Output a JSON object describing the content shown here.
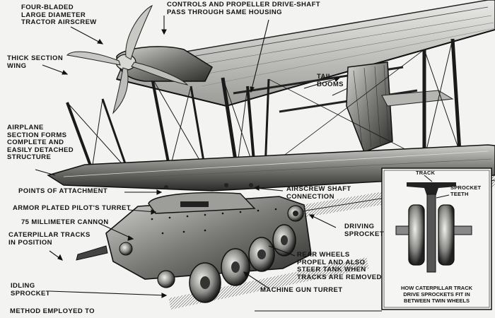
{
  "labels": {
    "airscrew": "FOUR-BLADED\nLARGE DIAMETER\nTRACTOR AIRSCREW",
    "controls": "CONTROLS AND PROPELLER DRIVE-SHAFT\nPASS THROUGH SAME HOUSING",
    "wing": "THICK SECTION\nWING",
    "tail_booms": "TAIL\nBOOMS",
    "airplane_section": "AIRPLANE\nSECTION FORMS\nCOMPLETE AND\nEASILY DETACHED\nSTRUCTURE",
    "points_of_attachment": "POINTS OF ATTACHMENT",
    "airscrew_shaft": "AIRSCREW SHAFT\nCONNECTION",
    "pilot_turret": "ARMOR PLATED PILOT'S TURRET",
    "cannon": "75 MILLIMETER CANNON",
    "caterpillar_tracks": "CATERPILLAR TRACKS\nIN POSITION",
    "driving_sprocket": "DRIVING\nSPROCKET",
    "rear_wheels": "REAR WHEELS\nPROPEL AND ALSO\nSTEER TANK WHEN\nTRACKS ARE REMOVED",
    "idling_sprocket": "IDLING\nSPROCKET",
    "machine_gun": "MACHINE GUN TURRET",
    "method": "METHOD EMPLOYED TO"
  },
  "inset": {
    "track": "TRACK",
    "sprocket_teeth": "SPROCKET\nTEETH",
    "caption": "HOW CATERPILLAR TRACK\nDRIVE SPROCKETS FIT IN\nBETWEEN TWIN WHEELS"
  }
}
